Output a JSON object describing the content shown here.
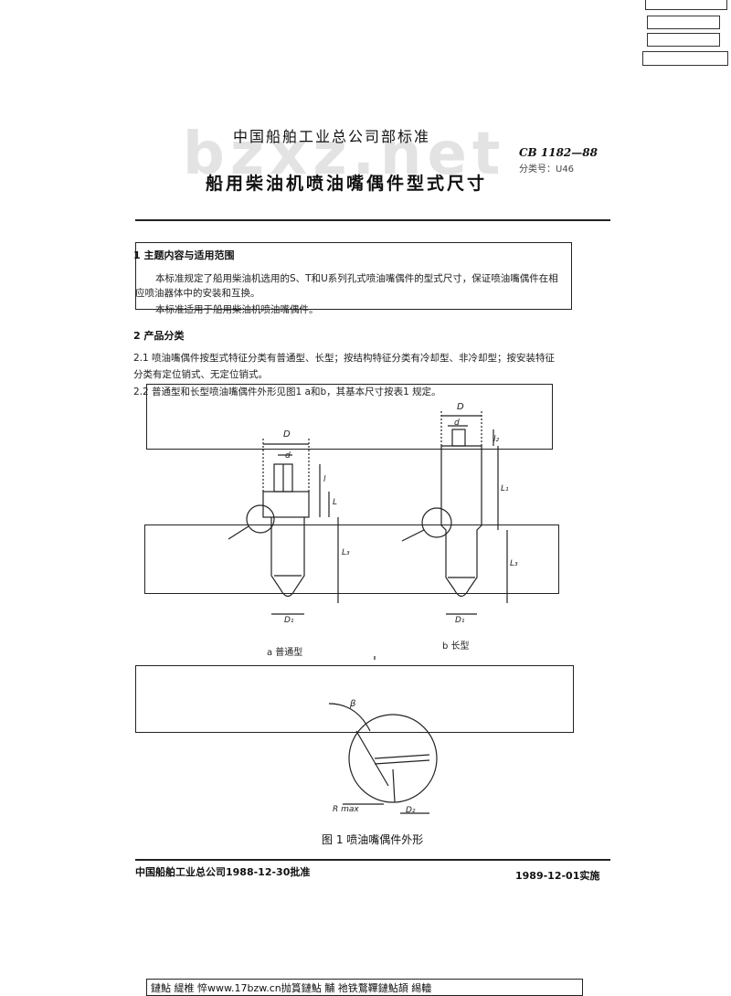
{
  "header": {
    "org": "中国船舶工业总公司部标准",
    "title": "船用柴油机喷油嘴偶件型式尺寸",
    "code": "CB 1182—88",
    "classification": "分类号：U46",
    "watermark": "bzxz.net"
  },
  "sections": {
    "s1_heading": "1  主题内容与适用范围",
    "s1_p1": "本标准规定了船用柴油机选用的S、T和U系列孔式喷油嘴偶件的型式尺寸，保证喷油嘴偶件在相",
    "s1_p2": "应喷油器体中的安装和互换。",
    "s1_p3": "本标准适用于船用柴油机喷油嘴偶件。",
    "s2_heading": "2  产品分类",
    "s21_line1": "2.1   喷油嘴偶件按型式特征分类有普通型、长型；按结构特征分类有冷却型、非冷却型；按安装特征",
    "s21_line2": "分类有定位销式、无定位销式。",
    "s22": "2.2   普通型和长型喷油嘴偶件外形见图1 a和b，其基本尺寸按表1 规定。"
  },
  "figure": {
    "label_a": "a  普通型",
    "label_b": "b  长型",
    "caption": "图 1    喷油嘴偶件外形",
    "dims": {
      "D": "D",
      "d": "d",
      "D1": "D₁",
      "L": "L",
      "L1": "L₁",
      "l": "l",
      "l2": "l₂",
      "L3": "L₃",
      "beta": "β",
      "Rmax": "R max",
      "D2": "D₂"
    }
  },
  "footer": {
    "approval": "中国船舶工业总公司1988-12-30批准",
    "implement": "1989-12-01实施"
  },
  "bottom_bar": {
    "text": "鏈鮎  緹椎  悴www.17bzw.cn抛篔鏈鮎  黼  祂铁鶩鞸鏈鮎頡     緆轖"
  }
}
